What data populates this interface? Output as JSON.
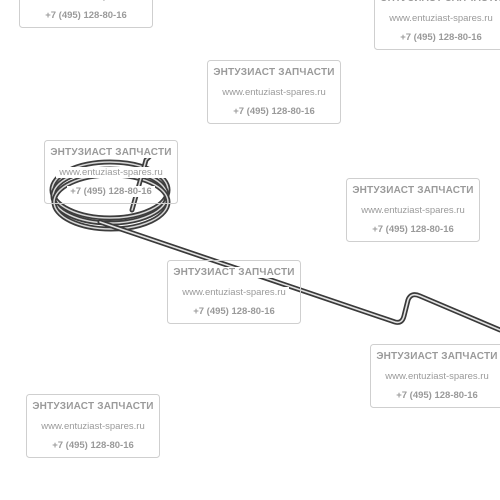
{
  "image": {
    "subject": "bent wire spring with coil",
    "colors": {
      "wire": "#8a8a8a",
      "wire_highlight": "#e0e0e0",
      "wire_shadow": "#3a3a3a",
      "watermark": "#9a9a9a"
    }
  },
  "watermark": {
    "company": "ЭНТУЗИАСТ ЗАПЧАСТИ",
    "website": "www.entuziast-spares.ru",
    "phone": "+7 (495) 128-80-16"
  }
}
